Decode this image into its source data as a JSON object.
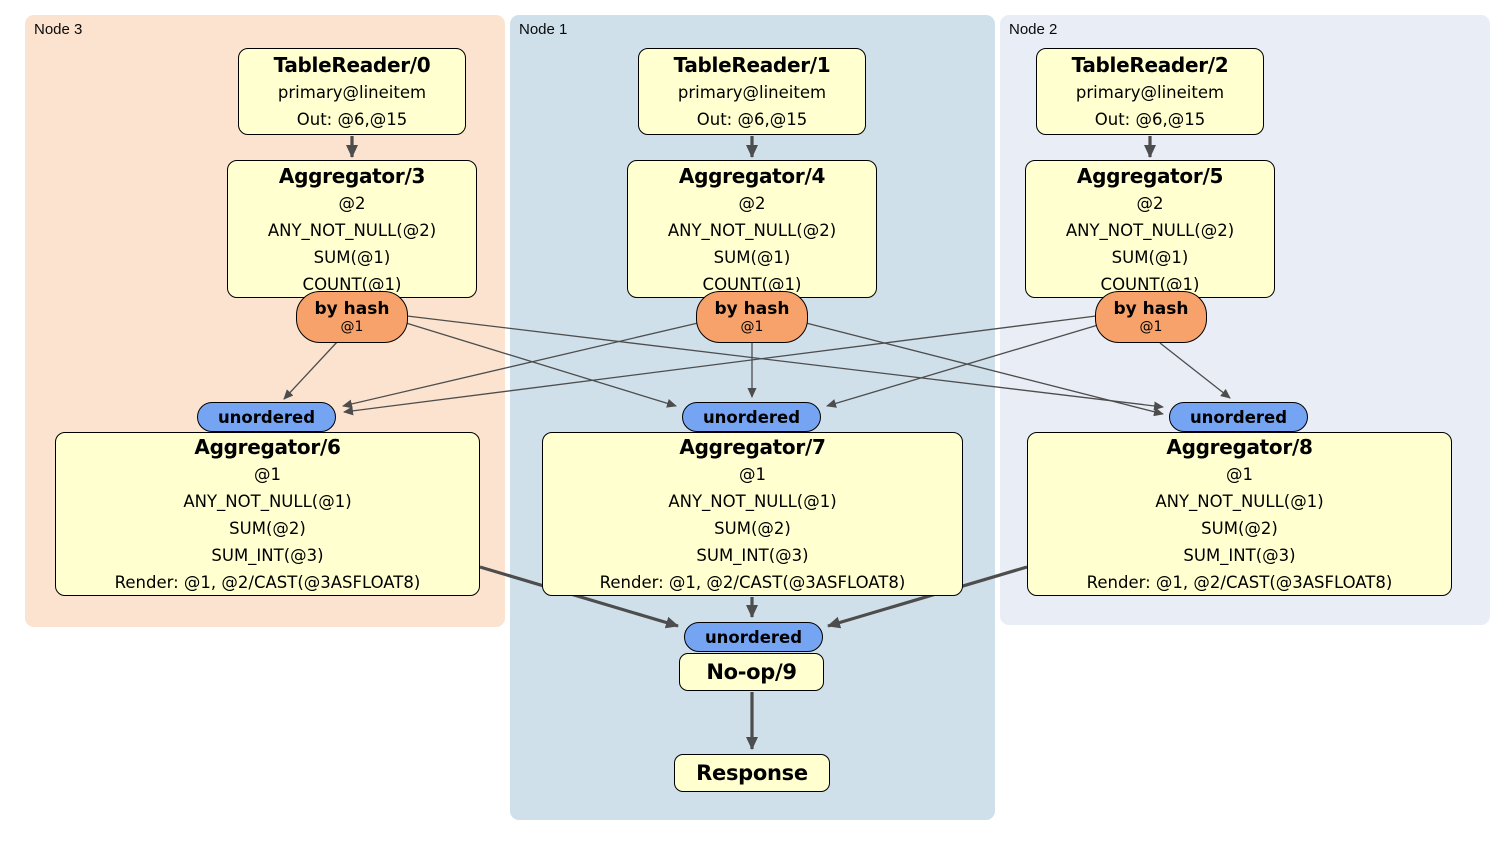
{
  "nodes": [
    {
      "label": "Node 3",
      "reader": {
        "title": "TableReader/0",
        "lines": [
          "primary@lineitem",
          "Out: @6,@15"
        ]
      },
      "agg_top": {
        "title": "Aggregator/3",
        "lines": [
          "@2",
          "ANY_NOT_NULL(@2)",
          "SUM(@1)",
          "COUNT(@1)"
        ]
      },
      "router": {
        "title": "by hash",
        "arg": "@1"
      },
      "stream": "unordered",
      "agg_bottom": {
        "title": "Aggregator/6",
        "lines": [
          "@1",
          "ANY_NOT_NULL(@1)",
          "SUM(@2)",
          "SUM_INT(@3)",
          "Render: @1, @2/CAST(@3ASFLOAT8)"
        ]
      }
    },
    {
      "label": "Node 1",
      "reader": {
        "title": "TableReader/1",
        "lines": [
          "primary@lineitem",
          "Out: @6,@15"
        ]
      },
      "agg_top": {
        "title": "Aggregator/4",
        "lines": [
          "@2",
          "ANY_NOT_NULL(@2)",
          "SUM(@1)",
          "COUNT(@1)"
        ]
      },
      "router": {
        "title": "by hash",
        "arg": "@1"
      },
      "stream": "unordered",
      "agg_bottom": {
        "title": "Aggregator/7",
        "lines": [
          "@1",
          "ANY_NOT_NULL(@1)",
          "SUM(@2)",
          "SUM_INT(@3)",
          "Render: @1, @2/CAST(@3ASFLOAT8)"
        ]
      }
    },
    {
      "label": "Node 2",
      "reader": {
        "title": "TableReader/2",
        "lines": [
          "primary@lineitem",
          "Out: @6,@15"
        ]
      },
      "agg_top": {
        "title": "Aggregator/5",
        "lines": [
          "@2",
          "ANY_NOT_NULL(@2)",
          "SUM(@1)",
          "COUNT(@1)"
        ]
      },
      "router": {
        "title": "by hash",
        "arg": "@1"
      },
      "stream": "unordered",
      "agg_bottom": {
        "title": "Aggregator/8",
        "lines": [
          "@1",
          "ANY_NOT_NULL(@1)",
          "SUM(@2)",
          "SUM_INT(@3)",
          "Render: @1, @2/CAST(@3ASFLOAT8)"
        ]
      }
    }
  ],
  "final": {
    "stream": "unordered",
    "noop": "No-op/9",
    "response": "Response"
  },
  "colors": {
    "background": "#ffffff",
    "panel-node3": "#fbe3cf",
    "panel-node1": "#cfe0eb",
    "panel-node2": "#e9edf6",
    "box-fill": "#ffffcf",
    "router-fill": "#f7a26b",
    "stream-fill": "#74a4f2",
    "edge": "#4d4d4d",
    "border": "#000000",
    "text": "#000000"
  }
}
